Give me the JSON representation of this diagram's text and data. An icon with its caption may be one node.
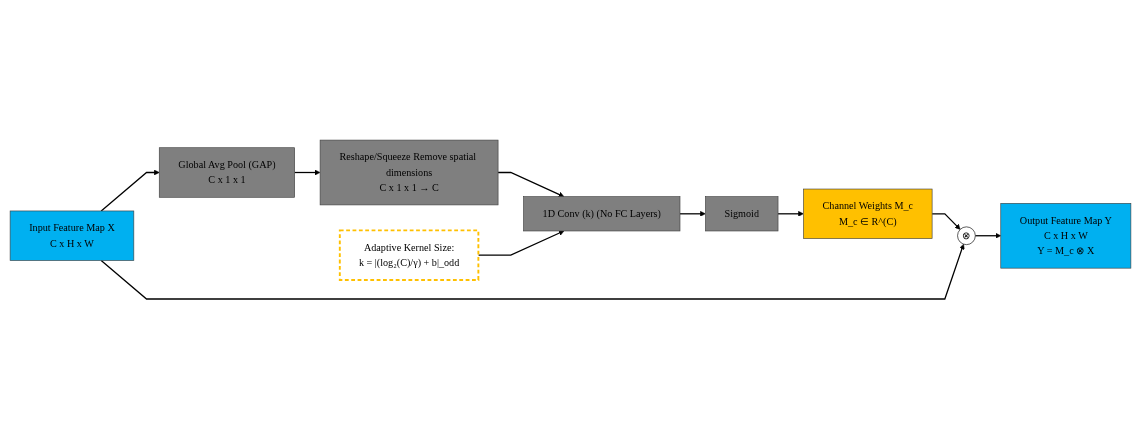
{
  "diagram": {
    "nodes": [
      {
        "text": [
          "Input Feature Map X",
          "C x H x W"
        ]
      },
      {
        "text": [
          "Global Avg Pool (GAP)",
          "C x 1 x 1"
        ]
      },
      {
        "text": [
          "Reshape/Squeeze Remove spatial dimensions",
          "C x 1 x 1 → C"
        ]
      },
      {
        "text": [
          "Adaptive Kernel Size:",
          "k = |(log₂(C)/γ) + b|_odd"
        ]
      },
      {
        "text": [
          "1D Conv (k) (No FC Layers)"
        ]
      },
      {
        "text": [
          "Sigmoid"
        ]
      },
      {
        "text": [
          "Channel Weights M_c",
          "M_c ∈ R^(C)"
        ]
      },
      {
        "text": [
          "⊗"
        ]
      },
      {
        "text": [
          "Output Feature Map Y",
          "C x H x W",
          "Y = M_c ⊗ X"
        ]
      }
    ],
    "edges": [
      {
        "from": 0,
        "to": 1,
        "arrow": "to"
      },
      {
        "from": 1,
        "to": 2,
        "arrow": "to"
      },
      {
        "from": 2,
        "to": 4,
        "arrow": "to"
      },
      {
        "from": 3,
        "to": 4,
        "arrow": "to"
      },
      {
        "from": 4,
        "to": 5,
        "arrow": "to"
      },
      {
        "from": 5,
        "to": 6,
        "arrow": "to"
      },
      {
        "from": 6,
        "to": 7,
        "arrow": "to"
      },
      {
        "from": 0,
        "to": 7,
        "arrow": "to"
      },
      {
        "from": 7,
        "to": 8,
        "arrow": "to"
      }
    ]
  }
}
